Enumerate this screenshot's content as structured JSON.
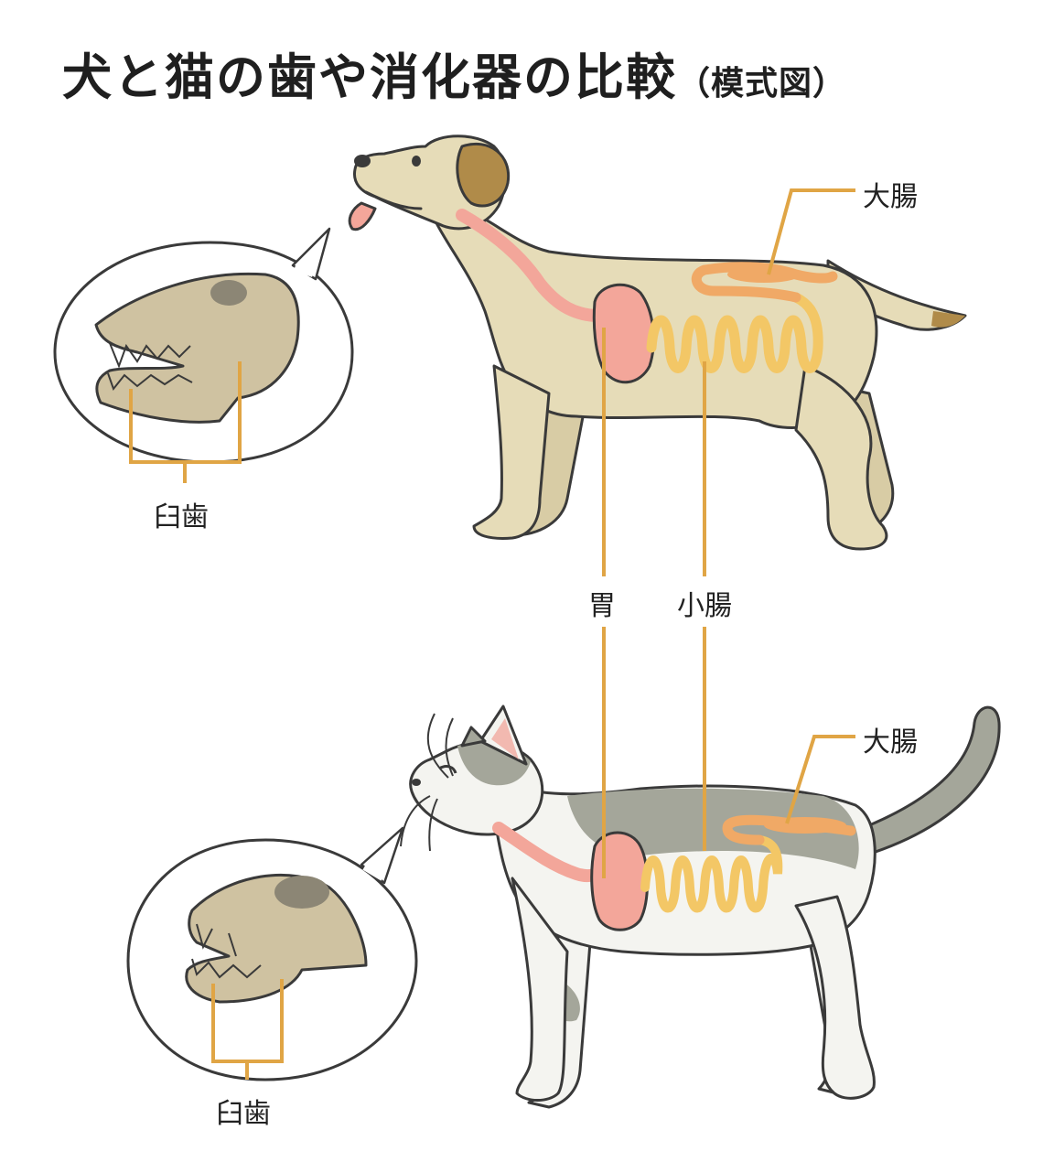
{
  "title": "犬と猫の歯や消化器の比較",
  "subtitle": "（模式図）",
  "labels": {
    "dog_large_intestine": "大腸",
    "cat_large_intestine": "大腸",
    "stomach": "胃",
    "small_intestine": "小腸",
    "dog_molar": "臼歯",
    "cat_molar": "臼歯"
  },
  "colors": {
    "dog_fur": "#e6dcb8",
    "dog_ear": "#b08b49",
    "cat_patch": "#a4a69a",
    "skull": "#cfc2a1",
    "esophagus_stomach": "#f3a69a",
    "small_intestine": "#f3c766",
    "large_intestine": "#f0a966",
    "leader_line": "#e0a545",
    "outline": "#3a3a3a"
  }
}
